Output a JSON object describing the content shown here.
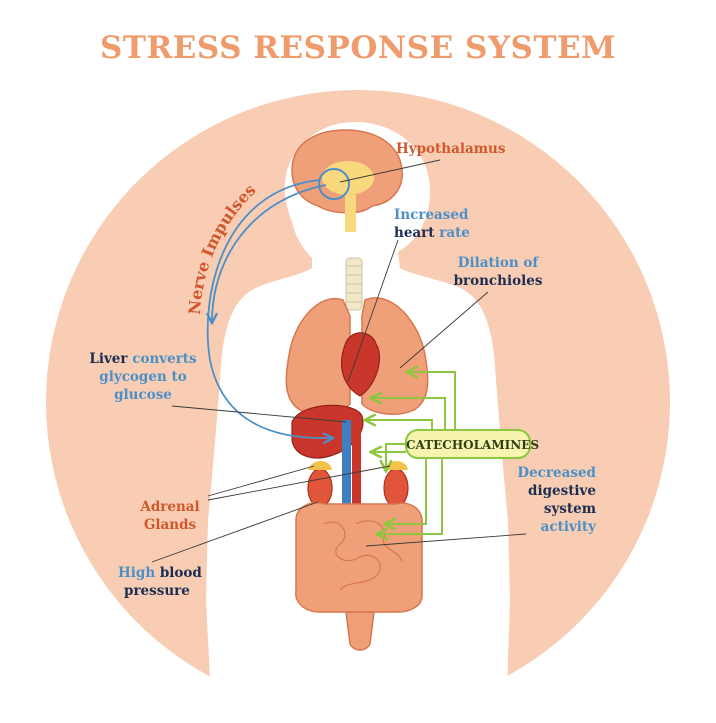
{
  "title": "STRESS RESPONSE SYSTEM",
  "labels": {
    "hypothalamus": "Hypothalamus",
    "heart_rate_1": "Increased",
    "heart_rate_2a": "heart",
    "heart_rate_2b": "rate",
    "bronchioles_1": "Dilation of",
    "bronchioles_2": "bronchioles",
    "nerve_impulses": "Nerve Impulses",
    "liver_1a": "Liver",
    "liver_1b": "converts",
    "liver_2": "glycogen to",
    "liver_3": "glucose",
    "catecholamines": "CATECHOLAMINES",
    "adrenal_1": "Adrenal",
    "adrenal_2": "Glands",
    "digestive_1": "Decreased",
    "digestive_2": "digestive",
    "digestive_3": "system",
    "digestive_4": "activity",
    "blood_1a": "High",
    "blood_1b": "blood",
    "blood_2": "pressure"
  },
  "colors": {
    "title": "#ef9b6b",
    "circle": "#f8cdb3",
    "orange_text": "#d0582c",
    "blue_text": "#4b8fc7",
    "navy_text": "#1c2d52",
    "hormone_path": "#8ec63f"
  }
}
